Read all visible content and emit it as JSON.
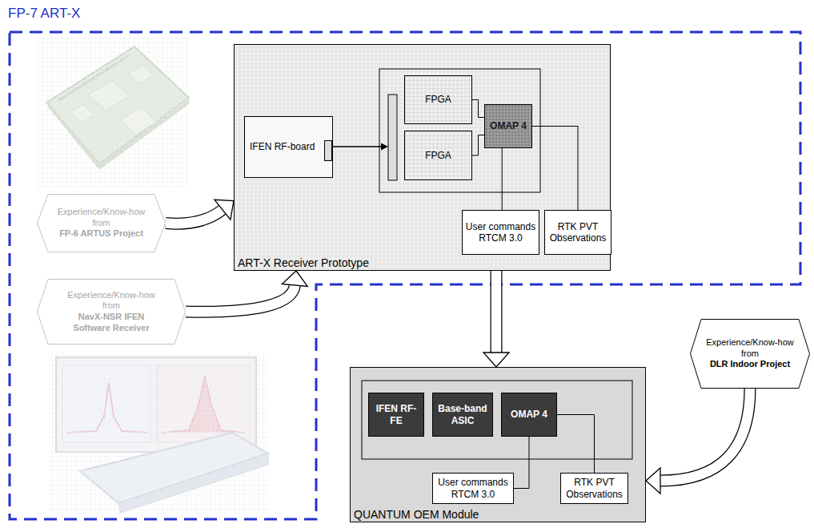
{
  "diagram": {
    "title": "FP-7 ART-X",
    "nodes": [
      {
        "text": [
          "ART-X Receiver Prototype"
        ]
      },
      {
        "text": [
          "IFEN RF-board"
        ],
        "in": 0
      },
      {
        "text": [
          "FPGA"
        ],
        "in": 0
      },
      {
        "text": [
          "FPGA"
        ],
        "in": 0
      },
      {
        "text": [
          "OMAP 4"
        ],
        "in": 0
      },
      {
        "text": [
          "User commands RTCM 3.0"
        ],
        "in": 0
      },
      {
        "text": [
          "RTK PVT Observations"
        ],
        "in": 0
      },
      {
        "text": [
          "Experience/Know-how from",
          "FP-6 ARTUS Project"
        ]
      },
      {
        "text": [
          "Experience/Know-how from",
          "NavX-NSR IFEN Software Receiver"
        ]
      },
      {
        "text": [
          "QUANTUM OEM Module"
        ]
      },
      {
        "text": [
          "IFEN RF-FE"
        ],
        "in": 9
      },
      {
        "text": [
          "Base-band ASIC"
        ],
        "in": 9
      },
      {
        "text": [
          "OMAP 4"
        ],
        "in": 9
      },
      {
        "text": [
          "User commands RTCM 3.0"
        ],
        "in": 9
      },
      {
        "text": [
          "RTK PVT Observations"
        ],
        "in": 9
      },
      {
        "text": [
          "Experience/Know-how from",
          "DLR Indoor Project"
        ]
      }
    ],
    "edges": [
      {
        "from": 2,
        "to": 4,
        "arrow": "none"
      },
      {
        "from": 3,
        "to": 4,
        "arrow": "none"
      },
      {
        "from": 4,
        "to": 5,
        "arrow": "none"
      },
      {
        "from": 4,
        "to": 6,
        "arrow": "none"
      },
      {
        "from": 7,
        "to": 0,
        "arrow": "to"
      },
      {
        "from": 8,
        "to": 0,
        "arrow": "to"
      },
      {
        "from": 0,
        "to": 9,
        "arrow": "to"
      },
      {
        "from": 15,
        "to": 9,
        "arrow": "to"
      },
      {
        "from": 12,
        "to": 13,
        "arrow": "none"
      },
      {
        "from": 12,
        "to": 14,
        "arrow": "none"
      }
    ]
  }
}
